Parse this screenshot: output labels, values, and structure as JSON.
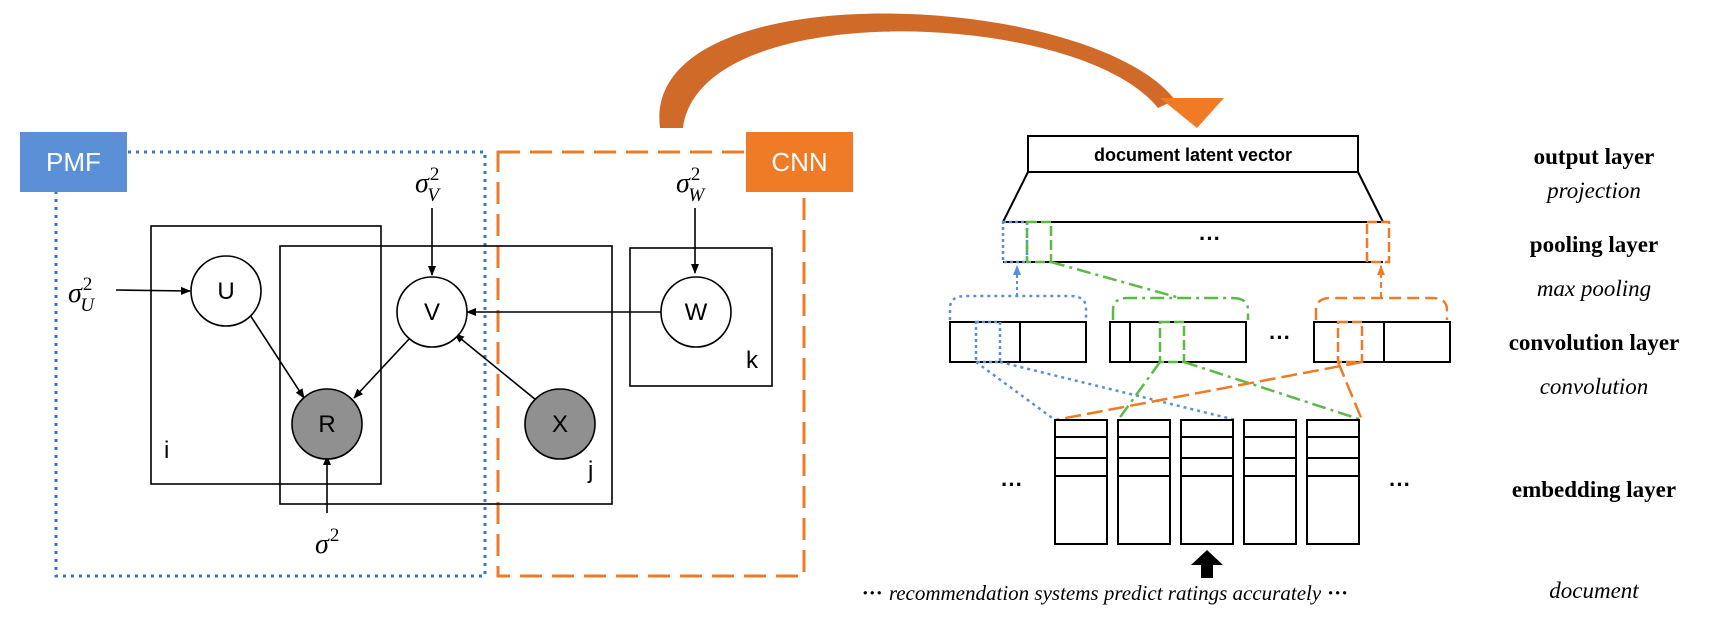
{
  "pmf": {
    "tag": "PMF",
    "nodes": {
      "u": "U",
      "v": "V",
      "r": "R"
    },
    "plates": {
      "i": "i",
      "j": "j"
    },
    "sigma_u": {
      "base": "σ",
      "sup": "2",
      "sub": "U"
    },
    "sigma_v": {
      "base": "σ",
      "sup": "2",
      "sub": "V"
    },
    "sigma": {
      "base": "σ",
      "sup": "2"
    }
  },
  "cnn": {
    "tag": "CNN",
    "nodes": {
      "w": "W",
      "x": "X"
    },
    "plates": {
      "k": "k"
    },
    "sigma_w": {
      "base": "σ",
      "sup": "2",
      "sub": "W"
    }
  },
  "network": {
    "output_box": "document latent vector",
    "ellipsis": "···",
    "document_text": "recommendation systems predict ratings accurately",
    "layers": {
      "output": "output layer",
      "projection": "projection",
      "pooling": "pooling layer",
      "max_pooling": "max pooling",
      "convolution_layer": "convolution layer",
      "convolution": "convolution",
      "embedding": "embedding layer",
      "document": "document"
    }
  },
  "colors": {
    "pmf_blue": "#5b8fd6",
    "dotted_blue": "#3b74c9",
    "cnn_orange": "#ef7b26",
    "arc_orange": "#e0712a",
    "green": "#5cb946",
    "node_gray": "#909090"
  }
}
